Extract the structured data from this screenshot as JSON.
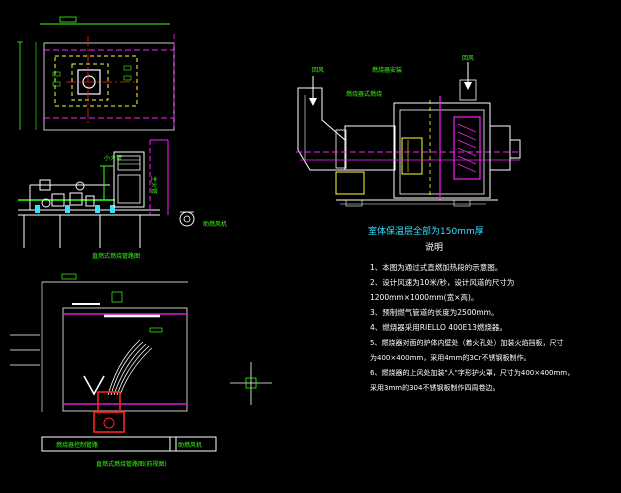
{
  "labels": {
    "left_small_pipe": "小火管",
    "left_main_pipe": "主火管",
    "left_fan": "助燃风机",
    "left_caption": "直燃式燃烧管路图",
    "bottom_caption": "直燃式燃烧管路图(前视图)",
    "bottom_box_left": "燃烧器控制管路",
    "bottom_box_right": "助燃风机",
    "right_inlet": "回风",
    "right_outlet": "回风",
    "right_burner_label": "燃烧器式燃烧",
    "right_top_label": "燃烧器安装"
  },
  "insulation_note": "室体保温层全部为150mm厚",
  "notes_title": "说明",
  "notes": [
    "1、本图为通过式直燃加热段的示意图。",
    "2、设计风速为10米/秒，设计风道的尺寸为",
    "1200mm×1000mm(宽×高)。",
    "3、预制燃气管道的长度为2500mm。",
    "4、燃烧器采用RIELLO 400E13燃烧器。",
    "5、燃烧器对面的炉体内壁处（着火孔处）加装火焰挡板，尺寸",
    "为400×400mm，采用4mm的3Cr不锈钢板制作。",
    "6、燃烧器的上风处加装\"人\"字形护火罩，尺寸为400×400mm，",
    "采用3mm的304不锈钢板制作四周卷边。"
  ],
  "colors": {
    "background": "#000000",
    "frame_white": "#ffffff",
    "magenta": "#ff1dff",
    "green": "#39ff14",
    "yellow": "#ffff33",
    "cyan": "#36e0ff",
    "red": "#ff2020",
    "grey": "#9aa0a6"
  }
}
